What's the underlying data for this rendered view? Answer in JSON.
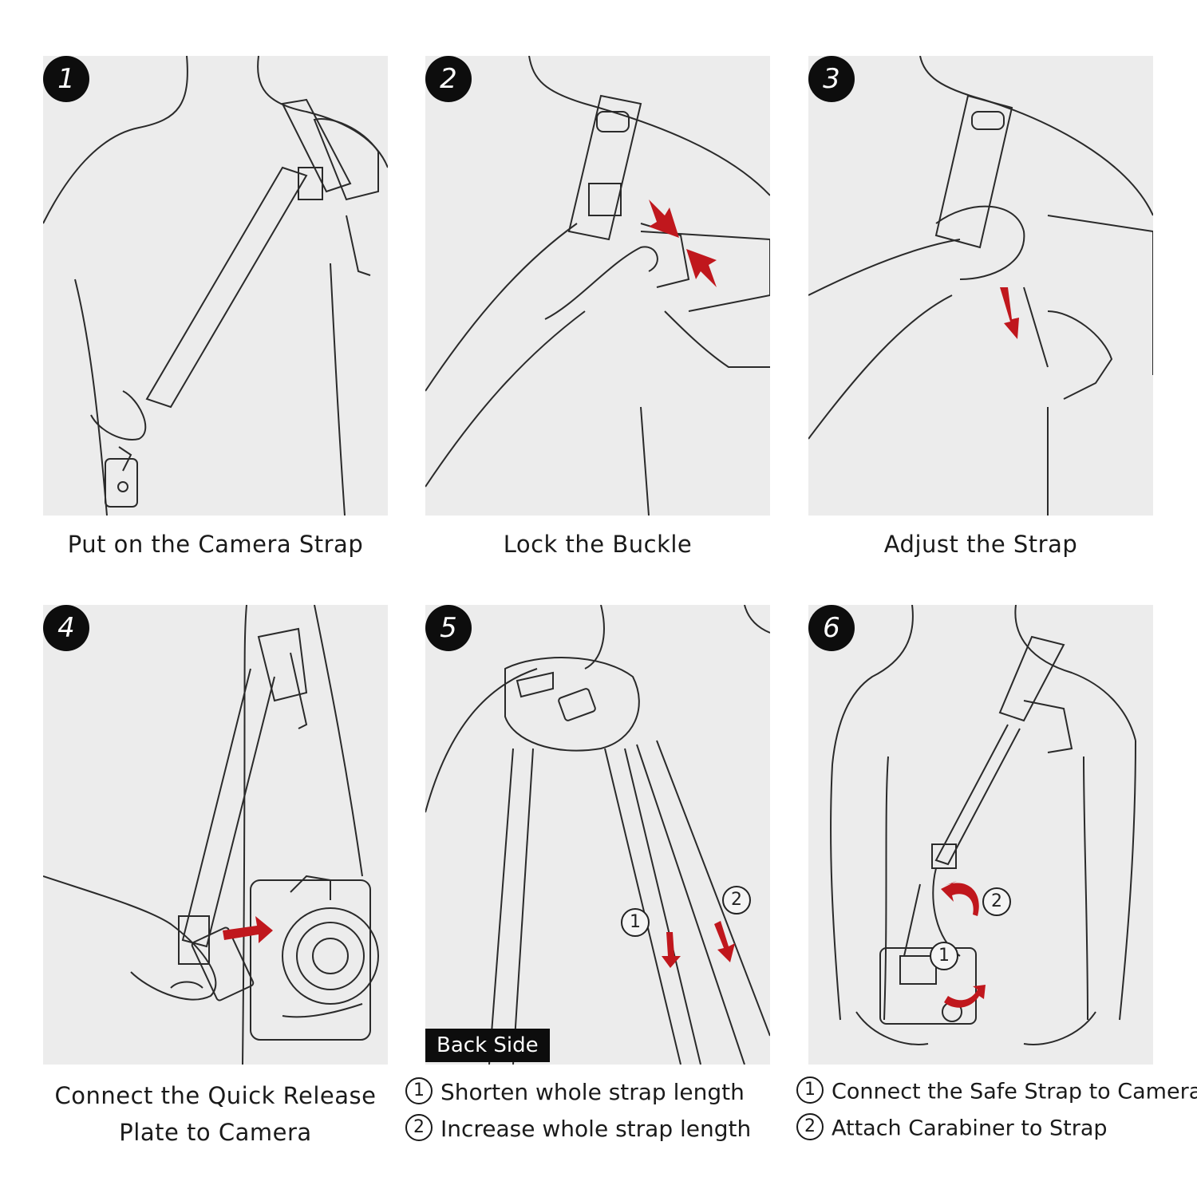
{
  "steps": [
    {
      "number": "1",
      "caption": "Put on the Camera Strap"
    },
    {
      "number": "2",
      "caption": "Lock the Buckle"
    },
    {
      "number": "3",
      "caption": "Adjust the Strap"
    },
    {
      "number": "4",
      "caption_line1": "Connect the Quick Release",
      "caption_line2": "Plate to Camera"
    },
    {
      "number": "5",
      "tag": "Back Side",
      "marker1": "1",
      "marker2": "2",
      "line1": "Shorten whole strap length",
      "line2": "Increase whole strap length"
    },
    {
      "number": "6",
      "marker1": "1",
      "marker2": "2",
      "line1": "Connect the Safe Strap to Camera",
      "line2": "Attach Carabiner to Strap"
    }
  ],
  "colors": {
    "panel_bg": "#ececec",
    "badge": "#0d0d0d",
    "arrow": "#c0171d",
    "line": "#2a2a2a"
  }
}
